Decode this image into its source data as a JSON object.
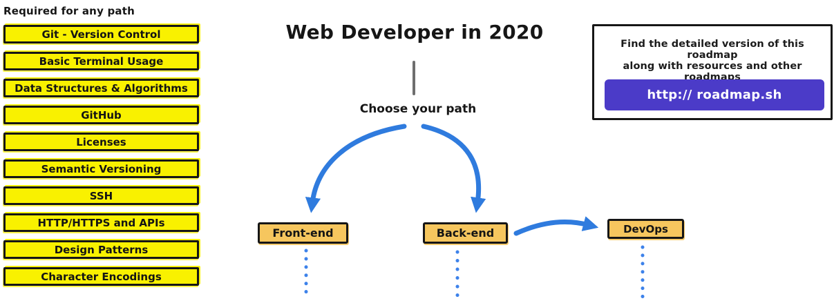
{
  "title": "Web Developer in 2020",
  "choose_path_label": "Choose your path",
  "required_path": {
    "heading": "Required for any path",
    "items": [
      "Git - Version Control",
      "Basic Terminal Usage",
      "Data Structures & Algorithms",
      "GitHub",
      "Licenses",
      "Semantic Versioning",
      "SSH",
      "HTTP/HTTPS and APIs",
      "Design Patterns",
      "Character Encodings"
    ]
  },
  "paths": {
    "frontend": "Front-end",
    "backend": "Back-end",
    "devops": "DevOps"
  },
  "info_box": {
    "line1": "Find the detailed version of this roadmap",
    "line2": "along with resources and other roadmaps",
    "button_label": "http:// roadmap.sh"
  },
  "colors": {
    "topic_yellow": "#F9F100",
    "path_orange": "#F6C65E",
    "arrow_blue": "#2F7BDE",
    "dot_blue": "#3D82EA",
    "button_purple": "#4B3BC8",
    "border_black": "#161616",
    "stem_gray": "#6E6E6E"
  }
}
